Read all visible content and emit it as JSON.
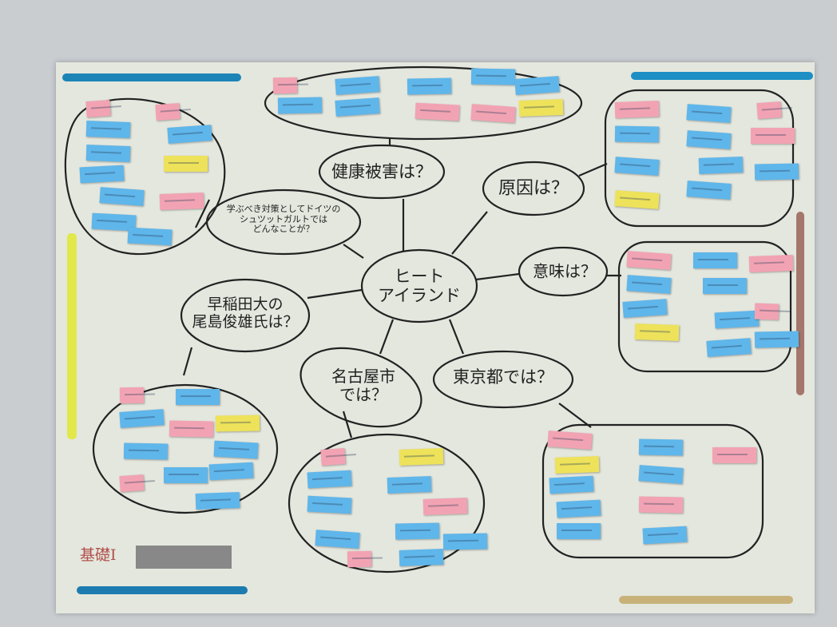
{
  "mind_map": {
    "center": "ヒート\nアイランド",
    "branches": [
      {
        "id": "health",
        "label": "健康被害は？"
      },
      {
        "id": "cause",
        "label": "原因は？"
      },
      {
        "id": "meaning",
        "label": "意味は？"
      },
      {
        "id": "stuttgart",
        "label": "学ぶべき対策としてドイツの\nシュツットガルトでは\nどんなことが？"
      },
      {
        "id": "waseda",
        "label": "早稲田大の\n尾島俊雄氏は？"
      },
      {
        "id": "nagoya",
        "label": "名古屋市\nでは？"
      },
      {
        "id": "tokyo",
        "label": "東京都では？"
      }
    ]
  },
  "corner_label": "基礎Ⅰ",
  "colors": {
    "pink": "#f2a3b3",
    "blue": "#5fb6ea",
    "yellow": "#ede25a",
    "poster": "#e4e7de"
  }
}
